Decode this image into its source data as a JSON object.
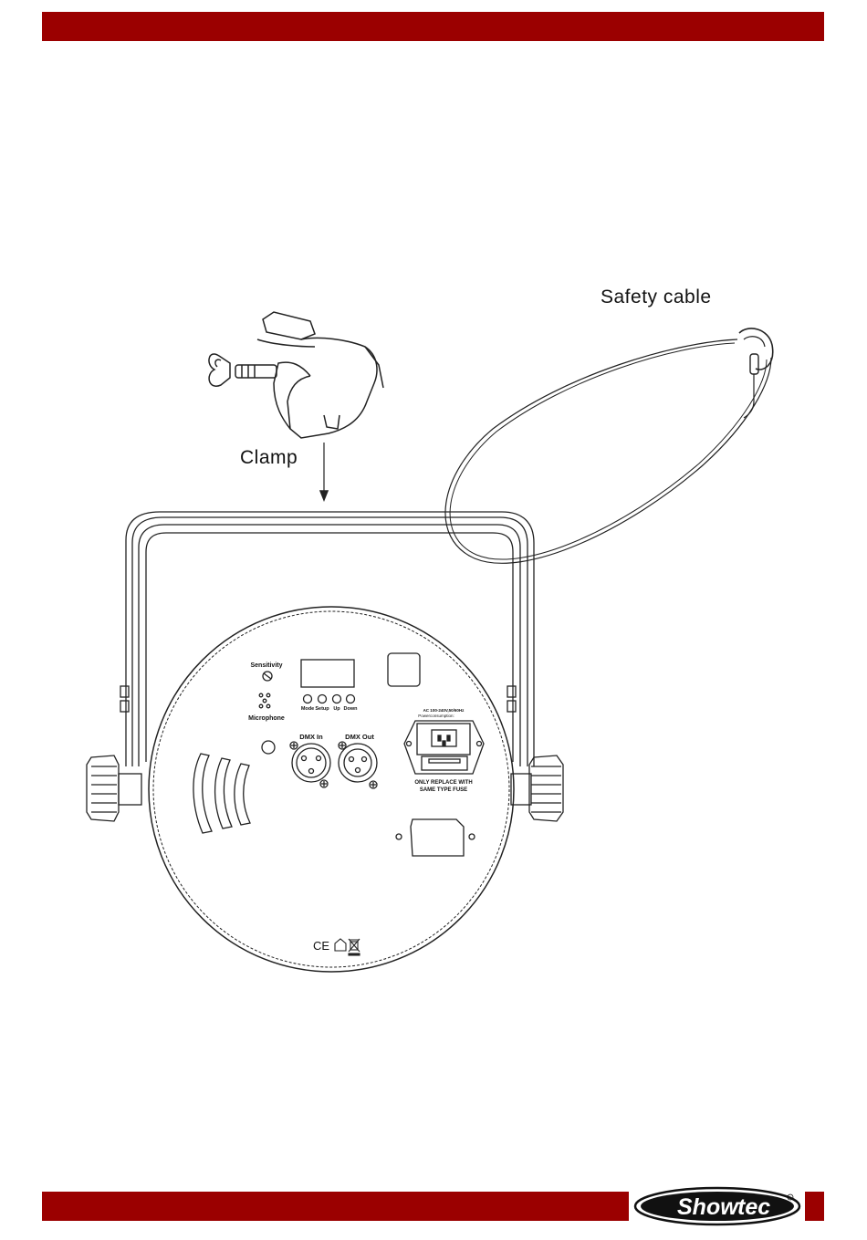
{
  "header": {
    "band_color": "#9b0000"
  },
  "figure": {
    "labels": {
      "clamp": "Clamp",
      "safety_cable": "Safety cable"
    },
    "panel": {
      "sensitivity": "Sensitivity",
      "microphone": "Microphone",
      "buttons": [
        "Mode",
        "Setup",
        "Up",
        "Down"
      ],
      "dmx_in": "DMX In",
      "dmx_out": "DMX Out",
      "power_rating": "AC 100-240V,50/60Hz",
      "power_consumption": "Powerconsumption:",
      "fuse_line1": "ONLY REPLACE WITH",
      "fuse_line2": "SAME TYPE FUSE",
      "ce_mark": "CE"
    }
  },
  "footer": {
    "band_color": "#9b0000",
    "brand": "Showtec",
    "brand_show": "Show",
    "brand_tec": "tec"
  }
}
